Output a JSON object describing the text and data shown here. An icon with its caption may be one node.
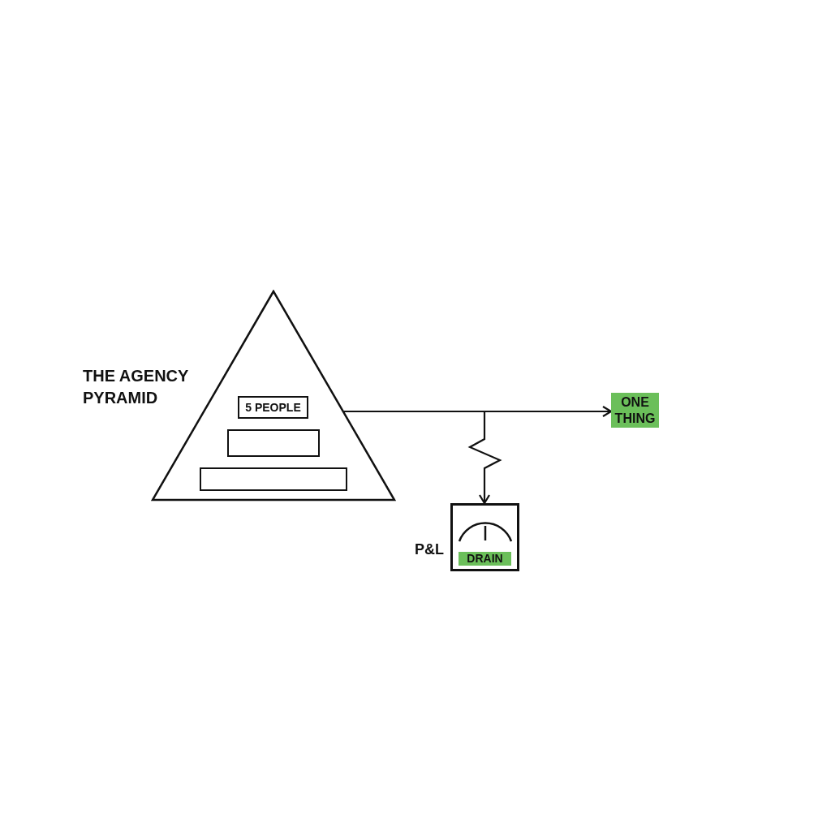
{
  "diagram": {
    "nodes": [
      {
        "text": [],
        "shape": "triangle",
        "beside": [
          "THE AGENCY PYRAMID"
        ]
      },
      {
        "text": [
          "5 PEOPLE"
        ],
        "in": 0
      },
      {
        "text": [],
        "shape": "box",
        "in": 0
      },
      {
        "text": [],
        "shape": "box",
        "in": 0
      },
      {
        "text": [
          "ONE THING"
        ]
      },
      {
        "text": [
          "DRAIN"
        ],
        "beside": [
          "P&L"
        ]
      }
    ],
    "edges": [
      {
        "from": 0,
        "to": 4,
        "arrow": "to"
      },
      {
        "from": 0,
        "to": 5,
        "arrow": "to"
      }
    ]
  }
}
